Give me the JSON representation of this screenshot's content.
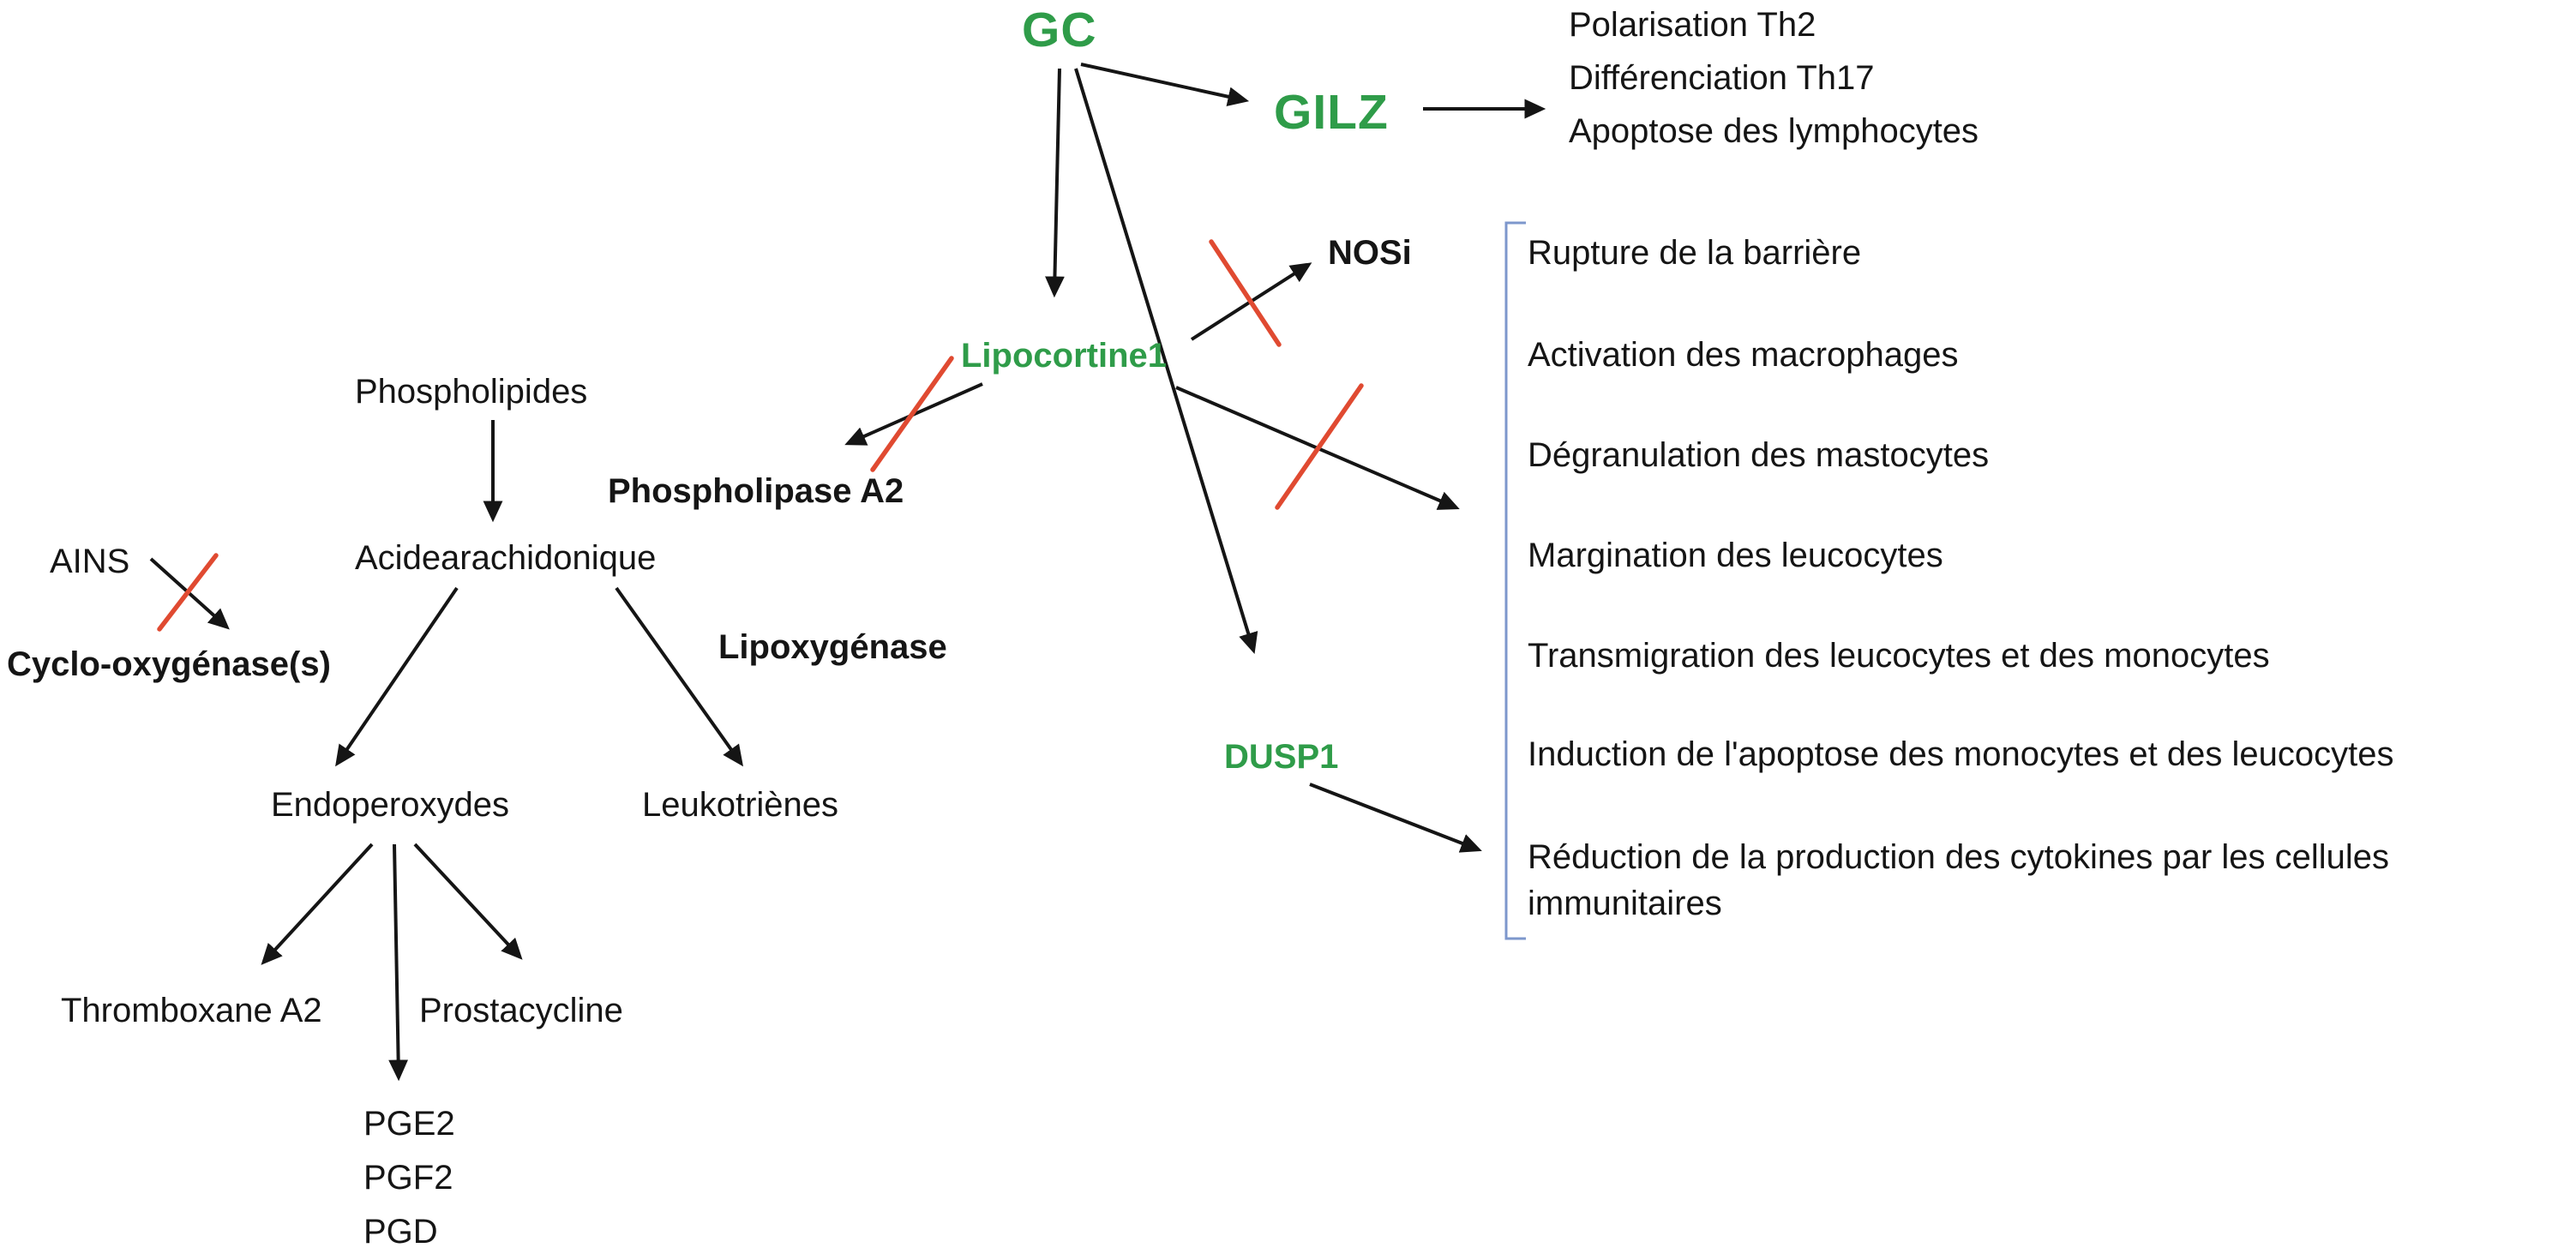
{
  "colors": {
    "ink": "#151515",
    "green": "#2f9c49",
    "red": "#e04a31",
    "blue": "#7d97cc"
  },
  "nodes": {
    "gc": "GC",
    "gilz": "GILZ",
    "lipocortine1": "Lipocortine1",
    "nosi": "NOSi",
    "dusp1": "DUSP1",
    "phospholipase_a2": "Phospholipase A2",
    "phospholipides": "Phospholipides",
    "acide_arachidonique": "Acidearachidonique",
    "ains": "AINS",
    "cyclo_oxygenase": "Cyclo-oxygénase(s)",
    "lipoxygenase": "Lipoxygénase",
    "endoperoxydes": "Endoperoxydes",
    "leukotrienes": "Leukotriènes",
    "thromboxane_a2": "Thromboxane A2",
    "prostacycline": "Prostacycline",
    "pge2": "PGE2",
    "pgf2": "PGF2",
    "pgd": "PGD"
  },
  "gilz_effects": [
    "Polarisation Th2",
    "Différenciation Th17",
    "Apoptose des lymphocytes"
  ],
  "bracket_list": [
    "Rupture de la barrière",
    "Activation des macrophages",
    "Dégranulation des mastocytes",
    "Margination des leucocytes",
    "Transmigration des leucocytes et des monocytes",
    "Induction de l'apoptose des monocytes et des leucocytes",
    "Réduction de la production des cytokines par les cellules immunitaires"
  ]
}
